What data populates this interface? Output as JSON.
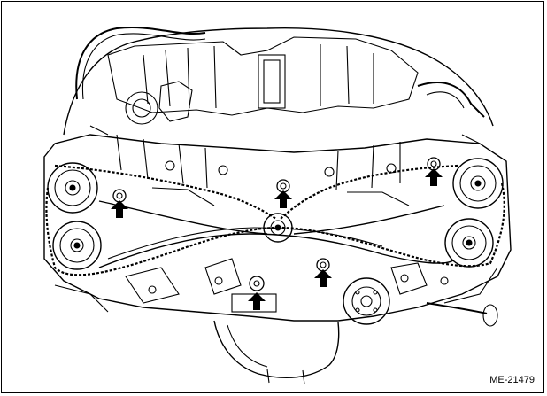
{
  "figure": {
    "code": "ME-21479",
    "colors": {
      "ink": "#000000",
      "paper": "#ffffff",
      "shade": "#cfcfcf"
    },
    "markers": [
      {
        "name": "arrow-upper-right-idler",
        "direction": "up"
      },
      {
        "name": "arrow-upper-center-idler",
        "direction": "up"
      },
      {
        "name": "arrow-left-idler",
        "direction": "up"
      },
      {
        "name": "arrow-lower-center-idler",
        "direction": "up"
      },
      {
        "name": "arrow-lower-right-idler",
        "direction": "up"
      }
    ]
  }
}
